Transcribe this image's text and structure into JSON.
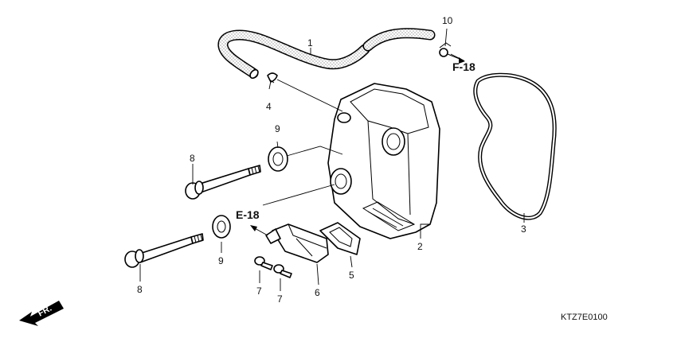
{
  "diagram": {
    "code": "KTZ7E0100",
    "direction": "FR.",
    "refs": {
      "f18": "F-18",
      "e18": "E-18"
    },
    "callouts": {
      "c1": "1",
      "c2": "2",
      "c3": "3",
      "c4": "4",
      "c5": "5",
      "c6": "6",
      "c7a": "7",
      "c7b": "7",
      "c8a": "8",
      "c8b": "8",
      "c9a": "9",
      "c9b": "9",
      "c10": "10"
    }
  }
}
